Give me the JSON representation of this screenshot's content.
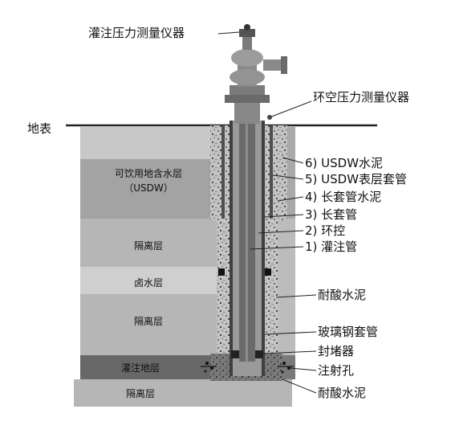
{
  "top_label": "灌注压力测量仪器",
  "annulus_label": "环空压力测量仪器",
  "surface_label": "地表",
  "layers": [
    {
      "id": "usdw",
      "label": "可饮用地含水层",
      "sublabel": "（USDW）",
      "color": "#a3a3a3"
    },
    {
      "id": "isolation-1",
      "label": "隔离层",
      "color": "#b6b6b6"
    },
    {
      "id": "brine",
      "label": "卤水层",
      "color": "#cfcfcf"
    },
    {
      "id": "isolation-2",
      "label": "隔离层",
      "color": "#b6b6b6"
    },
    {
      "id": "injection",
      "label": "灌注地层",
      "color": "#686868"
    },
    {
      "id": "isolation-3",
      "label": "隔离层",
      "color": "#b6b6b6"
    }
  ],
  "callouts": [
    {
      "id": "usdw-cement",
      "text": "6) USDW水泥"
    },
    {
      "id": "usdw-surface-casing",
      "text": "5) USDW表层套管"
    },
    {
      "id": "long-casing-cement",
      "text": "4) 长套管水泥"
    },
    {
      "id": "long-casing",
      "text": "3) 长套管"
    },
    {
      "id": "annulus",
      "text": "2) 环控"
    },
    {
      "id": "injection-tubing",
      "text": "1) 灌注管"
    },
    {
      "id": "acid-cement-1",
      "text": "耐酸水泥"
    },
    {
      "id": "frp-casing",
      "text": "玻璃钢套管"
    },
    {
      "id": "packer",
      "text": "封堵器"
    },
    {
      "id": "perforations",
      "text": "注射孔"
    },
    {
      "id": "acid-cement-2",
      "text": "耐酸水泥"
    }
  ],
  "colors": {
    "cement": "#bdbdbd",
    "casing": "#505050",
    "tubing": "#6a6a6a",
    "annulus": "#9a9a9a",
    "wellhead": "#8a8a8a",
    "line": "#222222"
  }
}
